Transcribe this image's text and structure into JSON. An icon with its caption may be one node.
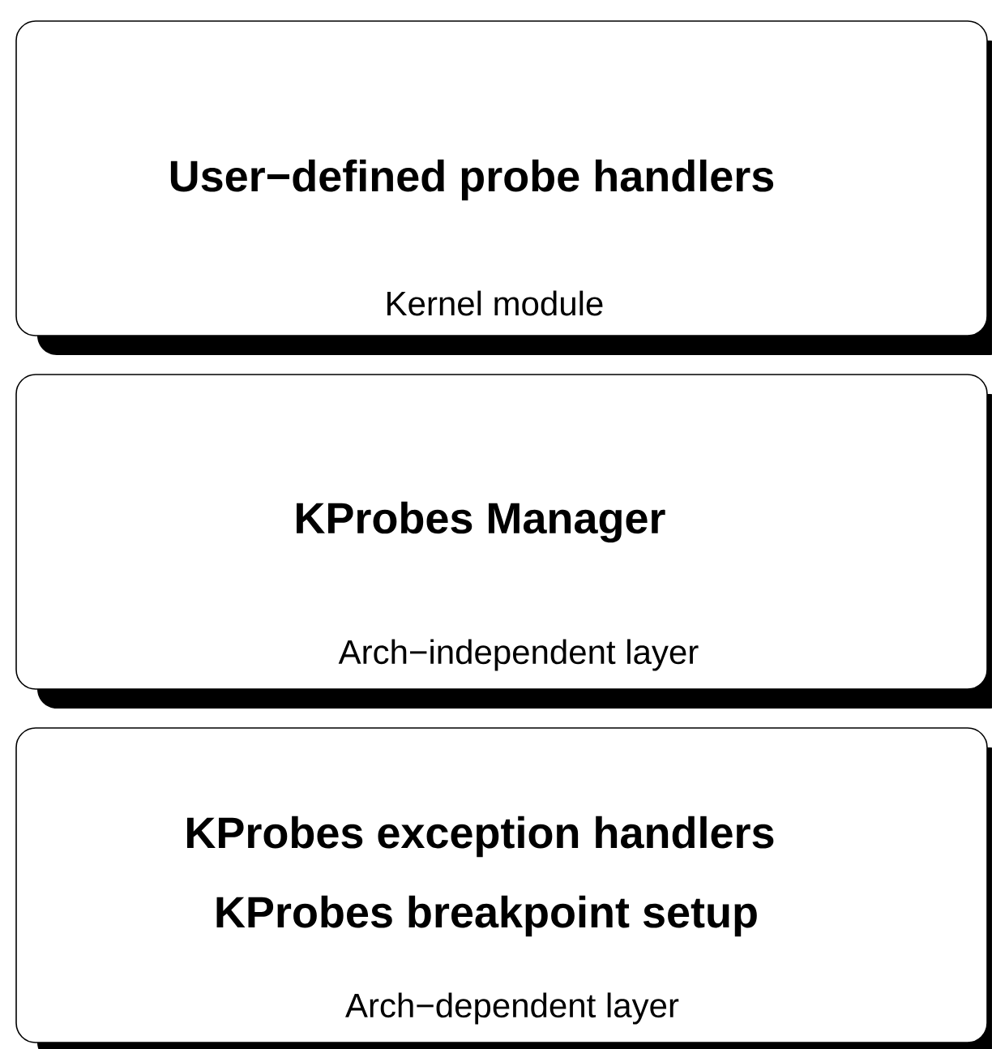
{
  "diagram": {
    "nodes": [
      {
        "text": [
          "User−defined probe handlers",
          "Kernel module"
        ]
      },
      {
        "text": [
          "KProbes Manager",
          "Arch−independent layer"
        ]
      },
      {
        "text": [
          "KProbes exception handlers",
          "KProbes breakpoint setup",
          "Arch−dependent layer"
        ]
      }
    ]
  }
}
